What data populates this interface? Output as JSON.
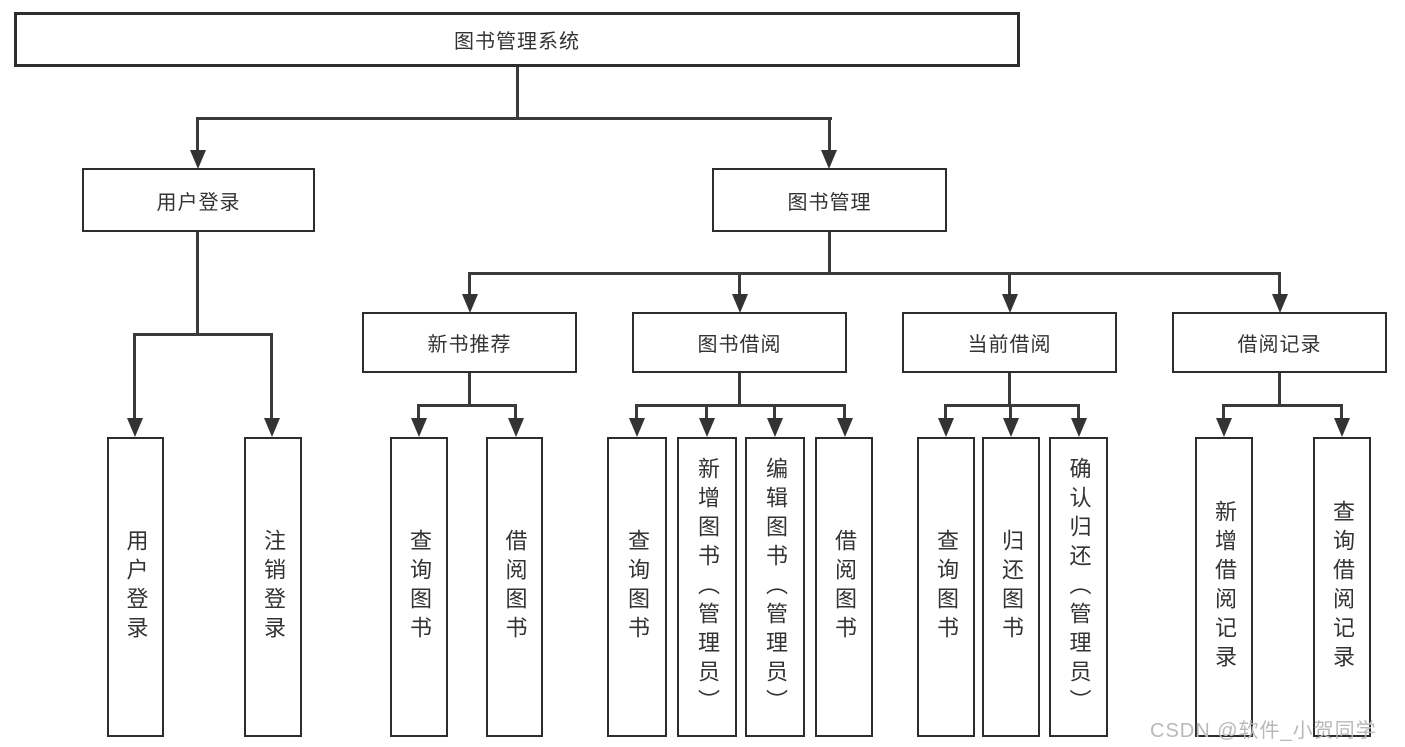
{
  "diagram": {
    "title": "图书管理系统",
    "branches": [
      {
        "label": "用户登录",
        "leaves": [
          "用户登录",
          "注销登录"
        ]
      },
      {
        "label": "图书管理",
        "sections": [
          {
            "label": "新书推荐",
            "leaves": [
              "查询图书",
              "借阅图书"
            ]
          },
          {
            "label": "图书借阅",
            "leaves": [
              "查询图书",
              "新增图书（管理员）",
              "编辑图书（管理员）",
              "借阅图书"
            ]
          },
          {
            "label": "当前借阅",
            "leaves": [
              "查询图书",
              "归还图书",
              "确认归还（管理员）"
            ]
          },
          {
            "label": "借阅记录",
            "leaves": [
              "新增借阅记录",
              "查询借阅记录"
            ]
          }
        ]
      }
    ]
  },
  "watermark": "CSDN @软件_小贺同学",
  "colors": {
    "line": "#3a3a3a",
    "box_border": "#2d2d2d",
    "text": "#333333",
    "watermark": "#b9b9b9",
    "background": "#ffffff"
  }
}
